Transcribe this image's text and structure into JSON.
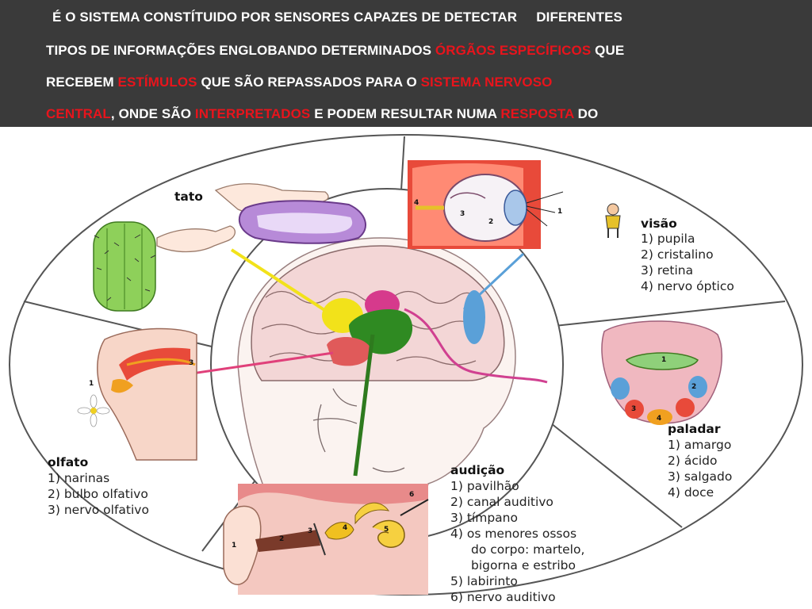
{
  "header": {
    "lines": [
      [
        {
          "t": "É O SISTEMA CONSTÍTUIDO POR SENSORES CAPAZES DE DETECTAR     DIFERENTES",
          "hl": false
        }
      ],
      [
        {
          "t": "TIPOS DE INFORMAÇÕES ENGLOBANDO DETERMINADOS ",
          "hl": false
        },
        {
          "t": "ÓRGÃOS ESPECÍFICOS",
          "hl": true
        },
        {
          "t": " QUE",
          "hl": false
        }
      ],
      [
        {
          "t": "RECEBEM ",
          "hl": false
        },
        {
          "t": "ESTÍMULOS",
          "hl": true
        },
        {
          "t": " QUE SÃO REPASSADOS PARA O ",
          "hl": false
        },
        {
          "t": "SISTEMA NERVOSO",
          "hl": true
        }
      ],
      [
        {
          "t": "CENTRAL",
          "hl": true
        },
        {
          "t": ", ONDE SÃO ",
          "hl": false
        },
        {
          "t": "INTERPRETADOS",
          "hl": true
        },
        {
          "t": " E PODEM RESULTAR NUMA ",
          "hl": false
        },
        {
          "t": "RESPOSTA",
          "hl": true
        },
        {
          "t": " DO",
          "hl": false
        }
      ]
    ]
  },
  "colors": {
    "header_bg": "#3a3a3a",
    "header_text": "#ffffff",
    "highlight": "#e8141c",
    "tato": "#f2e21a",
    "visao": "#5aa0d8",
    "paladar": "#d04090",
    "olfato": "#e0407a",
    "audicao": "#2e7a1e"
  },
  "diagram": {
    "tato": {
      "title": "tato"
    },
    "visao": {
      "title": "visão",
      "items": [
        "1) pupila",
        "2) cristalino",
        "3) retina",
        "4) nervo óptico"
      ],
      "markers": [
        "1",
        "2",
        "3",
        "4"
      ]
    },
    "paladar": {
      "title": "paladar",
      "items": [
        "1) amargo",
        "2) ácido",
        "3) salgado",
        "4) doce"
      ],
      "markers": [
        "1",
        "2",
        "3",
        "4"
      ]
    },
    "olfato": {
      "title": "olfato",
      "items": [
        "1) narinas",
        "2) bulbo olfativo",
        "3) nervo olfativo"
      ],
      "markers": [
        "1",
        "3"
      ]
    },
    "audicao": {
      "title": "audição",
      "items": [
        "1) pavilhão",
        "2) canal auditivo",
        "3) tímpano",
        "4) os menores ossos",
        "do corpo: martelo,",
        "bigorna e estribo",
        "5) labirinto",
        "6) nervo auditivo"
      ],
      "markers": [
        "1",
        "2",
        "3",
        "4",
        "5",
        "6"
      ]
    }
  }
}
